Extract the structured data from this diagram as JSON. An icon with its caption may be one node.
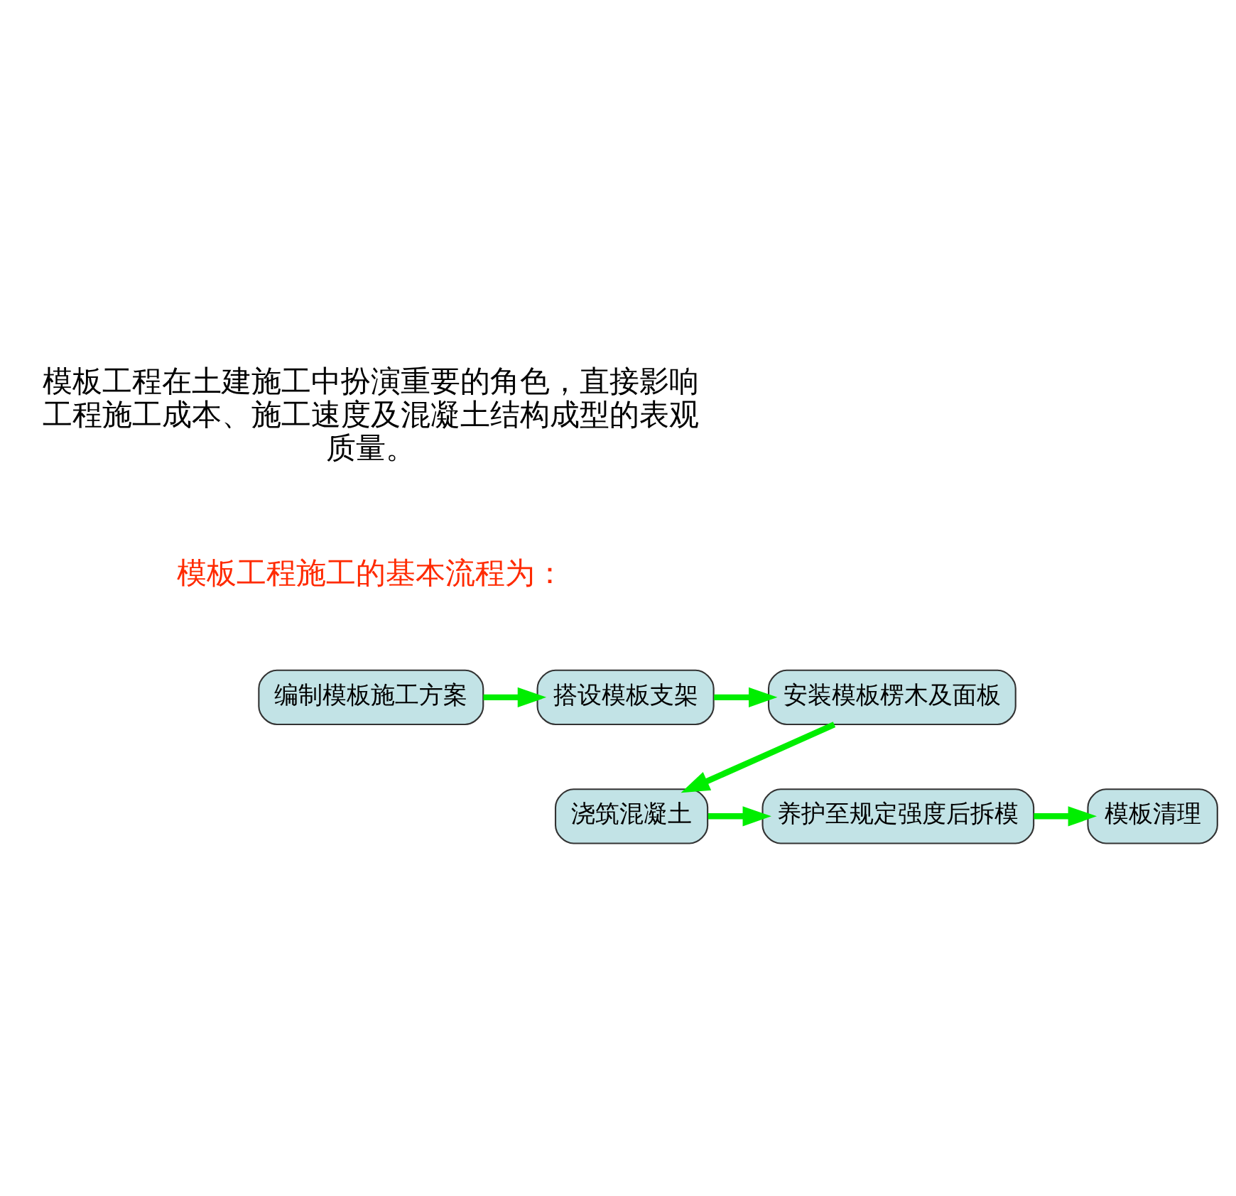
{
  "diagram": {
    "nodes": [
      {
        "text": [
          "编制模板施工方案"
        ]
      },
      {
        "text": [
          "搭设模板支架"
        ]
      },
      {
        "text": [
          "安装模板楞木及面板"
        ]
      },
      {
        "text": [
          "浇筑混凝土"
        ]
      },
      {
        "text": [
          "养护至规定强度后拆模"
        ]
      },
      {
        "text": [
          "模板清理"
        ]
      }
    ],
    "edges": [
      {
        "from": 0,
        "to": 1,
        "arrow": "to"
      },
      {
        "from": 1,
        "to": 2,
        "arrow": "to"
      },
      {
        "from": 2,
        "to": 3,
        "arrow": "to"
      },
      {
        "from": 3,
        "to": 4,
        "arrow": "to"
      },
      {
        "from": 4,
        "to": 5,
        "arrow": "to"
      }
    ],
    "labels": [
      "模板工程在土建施工中扮演重要的角色，直接影响工程施工成本、施工速度及混凝土结构成型的表观质量。",
      "模板工程施工的基本流程为："
    ]
  }
}
